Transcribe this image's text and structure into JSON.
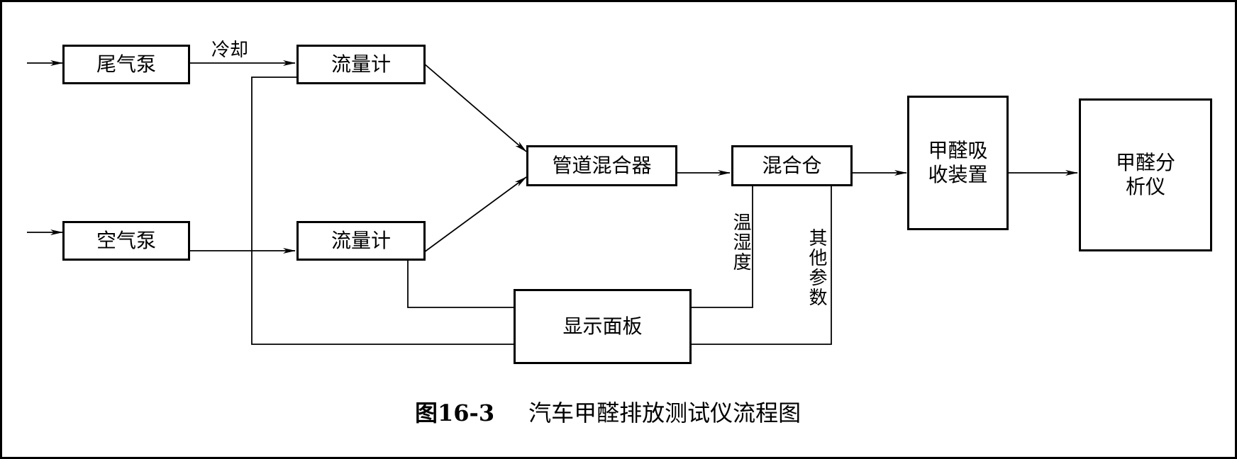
{
  "diagram": {
    "nodes": {
      "exhaust_pump": "尾气泵",
      "air_pump": "空气泵",
      "flowmeter_1": "流量计",
      "flowmeter_2": "流量计",
      "pipe_mixer": "管道混合器",
      "mixing_chamber": "混合仓",
      "absorber": "甲醛吸收装置",
      "analyzer": "甲醛分析仪",
      "display_panel": "显示面板"
    },
    "edge_labels": {
      "cooling": "冷却",
      "temp_humidity": "温湿度",
      "other_params": "其他参数"
    }
  },
  "caption": {
    "number": "图16-3",
    "title": "汽车甲醛排放测试仪流程图"
  }
}
